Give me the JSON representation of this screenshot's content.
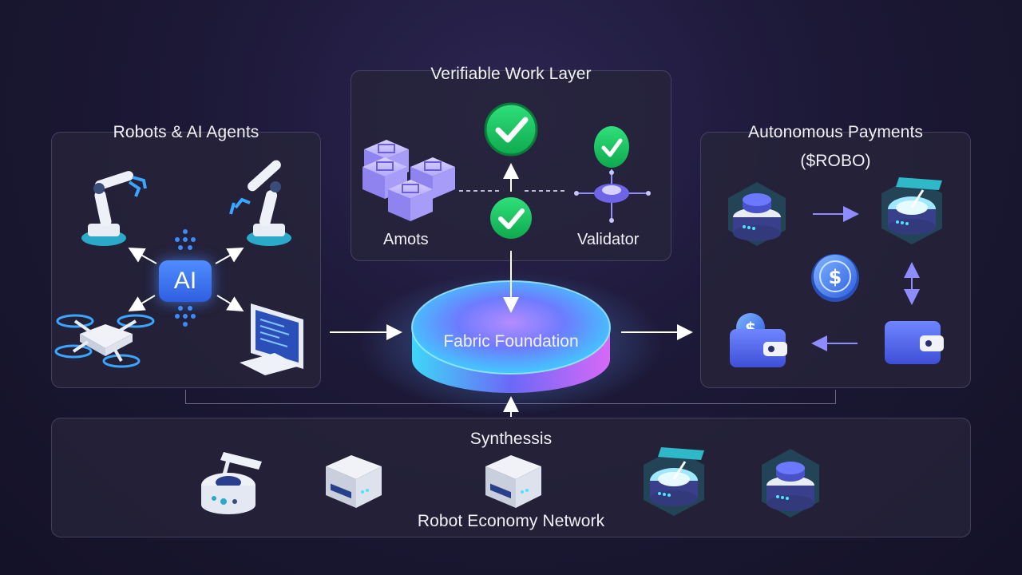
{
  "colors": {
    "background": "#1c1836",
    "panel": "#26243a",
    "check_green": "#17c964",
    "accent_blue": "#4f8dff",
    "accent_purple": "#9b7bff",
    "accent_cyan": "#4de3ff"
  },
  "robots_panel": {
    "title": "Robots & AI Agents",
    "ai_badge": "AI",
    "icons": [
      "robot-arm-icon",
      "robot-arm-icon",
      "drone-icon",
      "monitor-icon"
    ]
  },
  "verify_panel": {
    "title": "Verifiable Work Layer",
    "left_label": "Amots",
    "right_label": "Validator",
    "icons": [
      "cube-cluster-icon",
      "check-badge-icon",
      "check-badge-icon",
      "validator-node-icon"
    ]
  },
  "payments_panel": {
    "title_line1": "Autonomous Payments",
    "title_line2": "($ROBO)",
    "icons": [
      "robot-pod-icon",
      "robot-station-icon",
      "dollar-coin-icon",
      "wallet-coin-icon",
      "wallet-icon"
    ]
  },
  "center": {
    "label": "Fabric Foundation"
  },
  "synthesis_panel": {
    "title": "Synthessis",
    "subtitle": "Robot Economy Network",
    "icons": [
      "robot-scanner-icon",
      "server-box-icon",
      "server-box-icon",
      "robot-station-icon",
      "robot-pod-icon"
    ]
  }
}
